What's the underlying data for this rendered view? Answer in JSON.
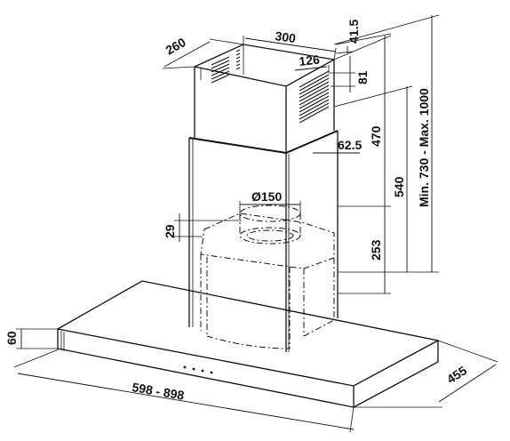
{
  "diagram": {
    "colors": {
      "line": "#111111",
      "background": "#ffffff"
    },
    "dimensions": {
      "chimney_depth": "260",
      "chimney_width": "300",
      "top_offset": "41.5",
      "grille_width": "126",
      "grille_height": "81",
      "lower_chimney_height": "470",
      "chimney_setback": "62.5",
      "duct_diameter": "Ø150",
      "collar_height": "29",
      "upper_chimney_height": "540",
      "motor_height": "253",
      "total_height": "Min. 730 - Max. 1000",
      "canopy_height": "60",
      "canopy_width": "598 - 898",
      "canopy_depth": "455"
    }
  }
}
